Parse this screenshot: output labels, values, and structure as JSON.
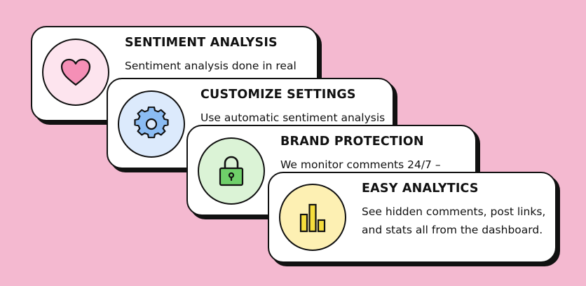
{
  "cards": [
    {
      "title": "SENTIMENT ANALYSIS",
      "description": "Sentiment analysis done in real",
      "icon": "heart-icon",
      "circle_color": "#fde4ee",
      "icon_color": "#f58fb6"
    },
    {
      "title": "CUSTOMIZE SETTINGS",
      "description": "Use automatic sentiment analysis",
      "icon": "gear-icon",
      "circle_color": "#dceafc",
      "icon_color": "#8bbcf3"
    },
    {
      "title": "BRAND PROTECTION",
      "description": "We monitor comments 24/7 –",
      "icon": "lock-icon",
      "circle_color": "#dbf3d6",
      "icon_color": "#6fcf6a"
    },
    {
      "title": "EASY ANALYTICS",
      "description": "See hidden comments, post links, and stats all from the dashboard.",
      "icon": "bar-chart-icon",
      "circle_color": "#fdf0b3",
      "icon_color": "#f6dd3c"
    }
  ],
  "colors": {
    "background": "#f4b9d0",
    "card": "#ffffff",
    "outline": "#111111"
  }
}
